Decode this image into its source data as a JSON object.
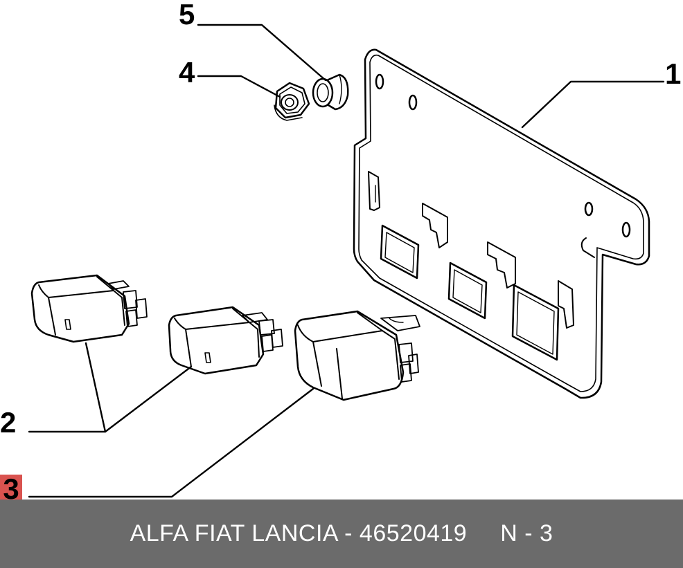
{
  "callouts": {
    "c1": "1",
    "c2": "2",
    "c3": "3",
    "c4": "4",
    "c5": "5"
  },
  "highlight": {
    "label": "3",
    "color": "#d9534f"
  },
  "footer": {
    "part_text": "ALFA FIAT LANCIA - 46520419",
    "page_text": "N - 3",
    "background": "#6b6b6b"
  }
}
